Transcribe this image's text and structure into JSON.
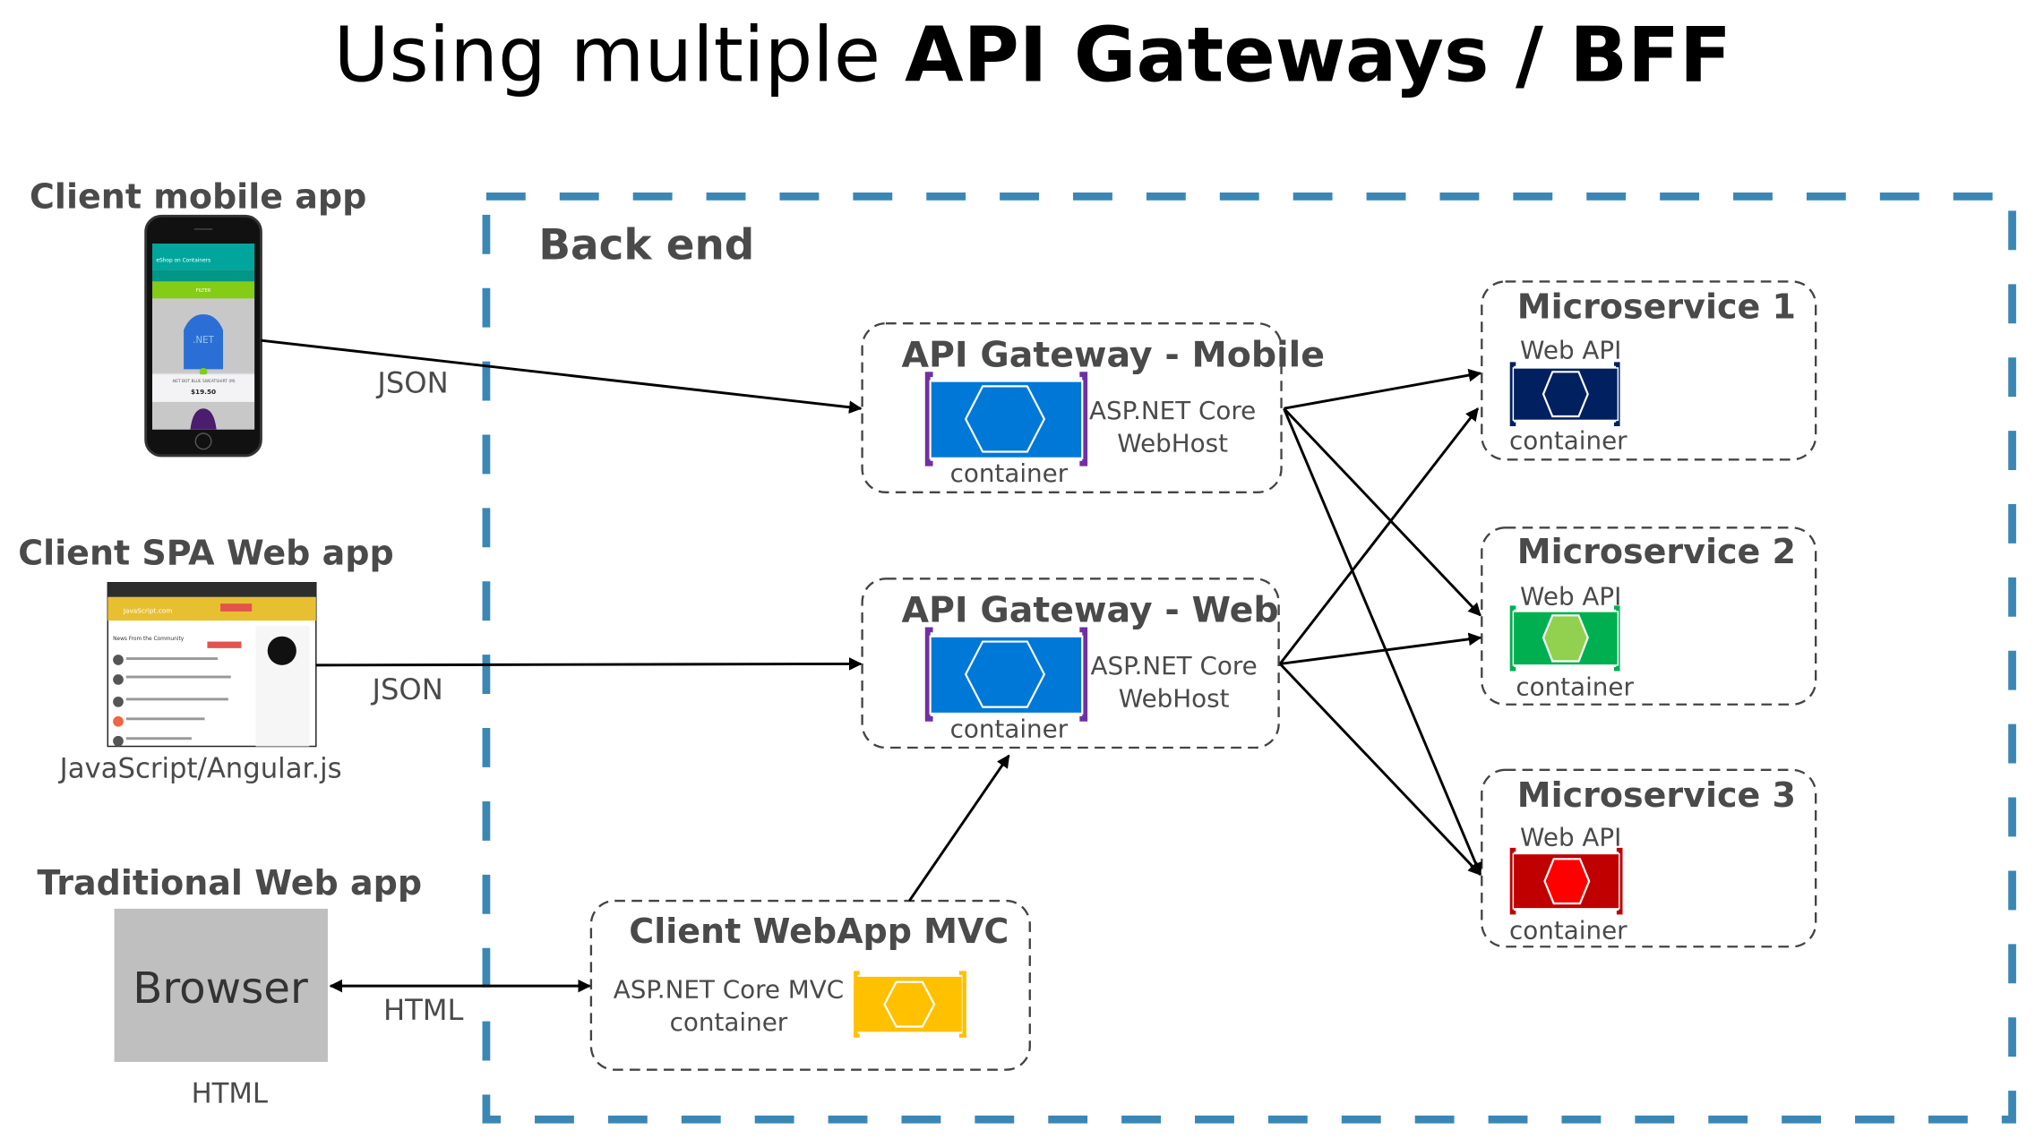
{
  "title": {
    "regular": "Using multiple ",
    "bold": "API Gateways / BFF"
  },
  "backend": {
    "label": "Back end",
    "border_color": "#3a87b5"
  },
  "clients": {
    "mobile": {
      "label": "Client mobile app",
      "protocol": "JSON",
      "screen": {
        "app_title": "eShop on Containers",
        "filter": "FILTER",
        "product": ".NET BOT BLUE SWEATSHIRT (M)",
        "price": "$19.50",
        "logo_text": ".NET"
      }
    },
    "spa": {
      "label": "Client SPA Web app",
      "protocol": "JSON",
      "caption": "JavaScript/Angular.js",
      "screen": {
        "site": "JavaScript.com",
        "heading": "News From the Community"
      }
    },
    "traditional": {
      "label": "Traditional Web app",
      "browser": "Browser",
      "protocol": "HTML",
      "caption": "HTML"
    }
  },
  "gateways": [
    {
      "title": "API Gateway - Mobile",
      "line1": "ASP.NET Core",
      "line2": "WebHost",
      "container": "container",
      "color": "#0078d7"
    },
    {
      "title": "API Gateway - Web",
      "line1": "ASP.NET Core",
      "line2": "WebHost",
      "container": "container",
      "color": "#0078d7"
    }
  ],
  "mvc": {
    "title": "Client WebApp MVC",
    "line1": "ASP.NET Core MVC",
    "line2": "container",
    "color": "#ffc000"
  },
  "microservices": [
    {
      "title": "Microservice 1",
      "subtitle": "Web API",
      "container": "container",
      "color": "#002060",
      "hex_color": "#002060"
    },
    {
      "title": "Microservice 2",
      "subtitle": "Web API",
      "container": "container",
      "color": "#00b050",
      "hex_color": "#92d050"
    },
    {
      "title": "Microservice 3",
      "subtitle": "Web API",
      "container": "container",
      "color": "#c00000",
      "hex_color": "#ff0000"
    }
  ]
}
